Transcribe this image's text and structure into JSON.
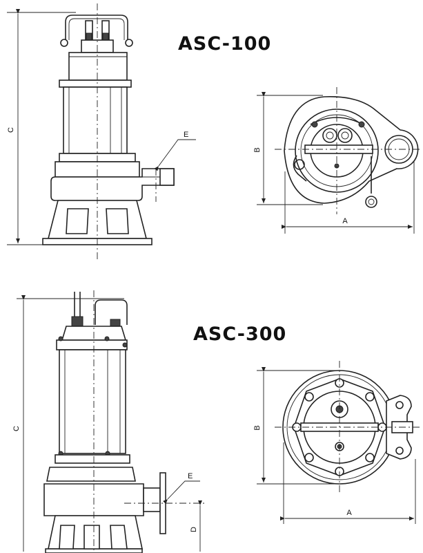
{
  "models": [
    {
      "title": "ASC-100"
    },
    {
      "title": "ASC-300"
    }
  ],
  "dimensions": {
    "height": "C",
    "width": "A",
    "depth": "B",
    "outlet": "E",
    "outlet_height": "D"
  },
  "colors": {
    "line": "#222222",
    "background": "#ffffff"
  }
}
